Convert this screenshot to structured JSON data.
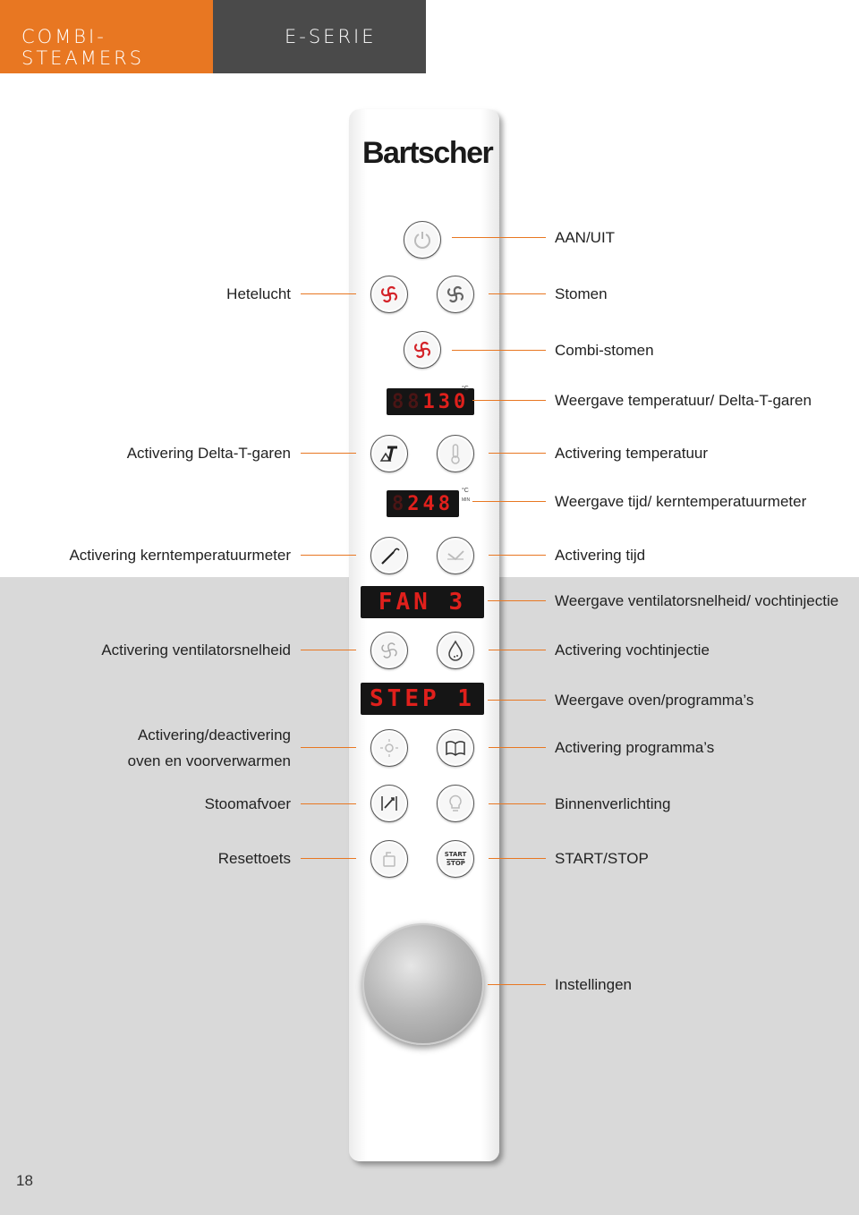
{
  "header": {
    "tab1": "COMBI-STEAMERS",
    "tab2": "E-SERIE"
  },
  "brand": {
    "logo": "Bartscher"
  },
  "displays": {
    "temperature": {
      "dim": "88",
      "value": "130",
      "unit": "°C"
    },
    "time": {
      "dim": "8",
      "value": "248",
      "unit": "°C",
      "unit2": "MIN"
    },
    "fan": {
      "value": "FAN 3"
    },
    "step": {
      "value": "STEP 1"
    }
  },
  "labels_left": {
    "hetelucht": "Hetelucht",
    "delta_t": "Activering Delta-T-garen",
    "kerntemp": "Activering kerntemperatuurmeter",
    "ventilator": "Activering ventilatorsnelheid",
    "oven1": "Activering/deactivering",
    "oven2": "oven en voorverwarmen",
    "stoomafvoer": "Stoomafvoer",
    "reset": "Resettoets"
  },
  "labels_right": {
    "aanuit": "AAN/UIT",
    "stomen": "Stomen",
    "combi": "Combi-stomen",
    "weergave_temp": "Weergave temperatuur/ Delta-T-garen",
    "act_temp": "Activering temperatuur",
    "weergave_tijd": "Weergave tijd/ kerntemperatuurmeter",
    "act_tijd": "Activering tijd",
    "weergave_vent": "Weergave ventilatorsnelheid/ vochtinjectie",
    "act_vocht": "Activering vochtinjectie",
    "weergave_oven": "Weergave oven/programma’s",
    "act_prog": "Activering programma’s",
    "binnen": "Binnenverlichting",
    "startstop": "START/STOP",
    "instellingen": "Instellingen"
  },
  "button_text": {
    "start": "START",
    "stop": "STOP"
  },
  "page_number": "18",
  "colors": {
    "accent": "#e87722",
    "header_gray": "#4a4a4a",
    "display_red": "#e0201c",
    "background_gray": "#d9d9d9"
  }
}
